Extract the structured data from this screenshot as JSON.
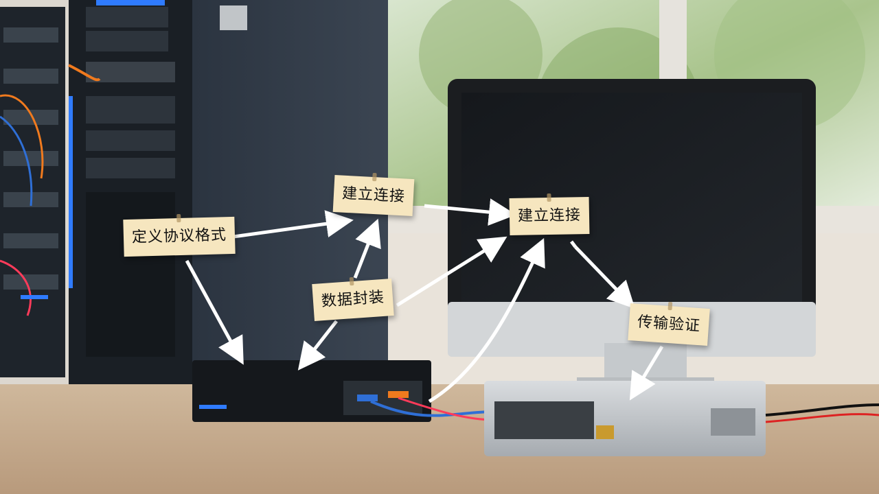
{
  "labels": {
    "define_format": "定义协议格式",
    "establish_1": "建立连接",
    "establish_2": "建立连接",
    "encapsulate": "数据封装",
    "verify": "传输验证"
  },
  "colors": {
    "note_bg": "#f6e6bf",
    "arrow": "#ffffff",
    "led_blue": "#2f7bff",
    "cable_orange": "#f07a1e",
    "cable_blue": "#2f6fd6"
  }
}
